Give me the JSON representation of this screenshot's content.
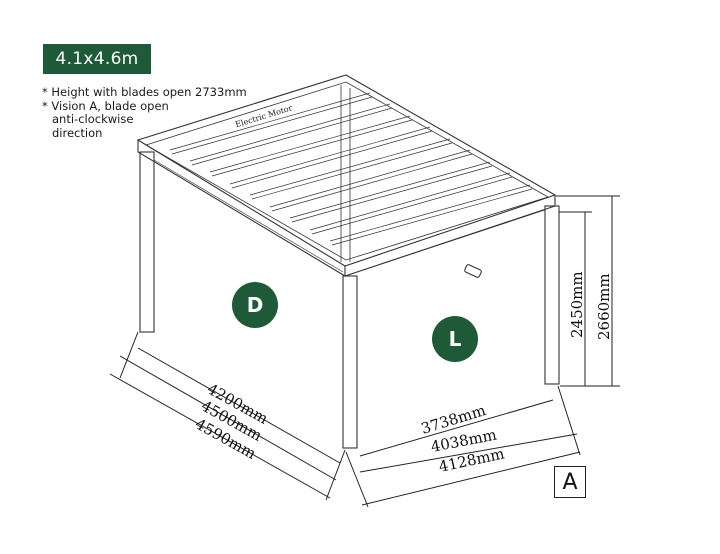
{
  "title": "4.1x4.6m",
  "notes": [
    "* Height with blades open 2733mm",
    "* Vision A, blade open",
    "anti-clockwise",
    "direction"
  ],
  "roof_label": "Electric Motor",
  "side_labels": {
    "left": "D",
    "right": "L"
  },
  "view_label": "A",
  "dimensions": {
    "depth_inner": "4200mm",
    "depth_mid": "4500mm",
    "depth_outer": "4590mm",
    "width_inner": "3738mm",
    "width_mid": "4038mm",
    "width_outer": "4128mm",
    "height_clear": "2450mm",
    "height_total": "2660mm"
  },
  "colors": {
    "accent": "#1e5a38",
    "line": "#333333"
  }
}
